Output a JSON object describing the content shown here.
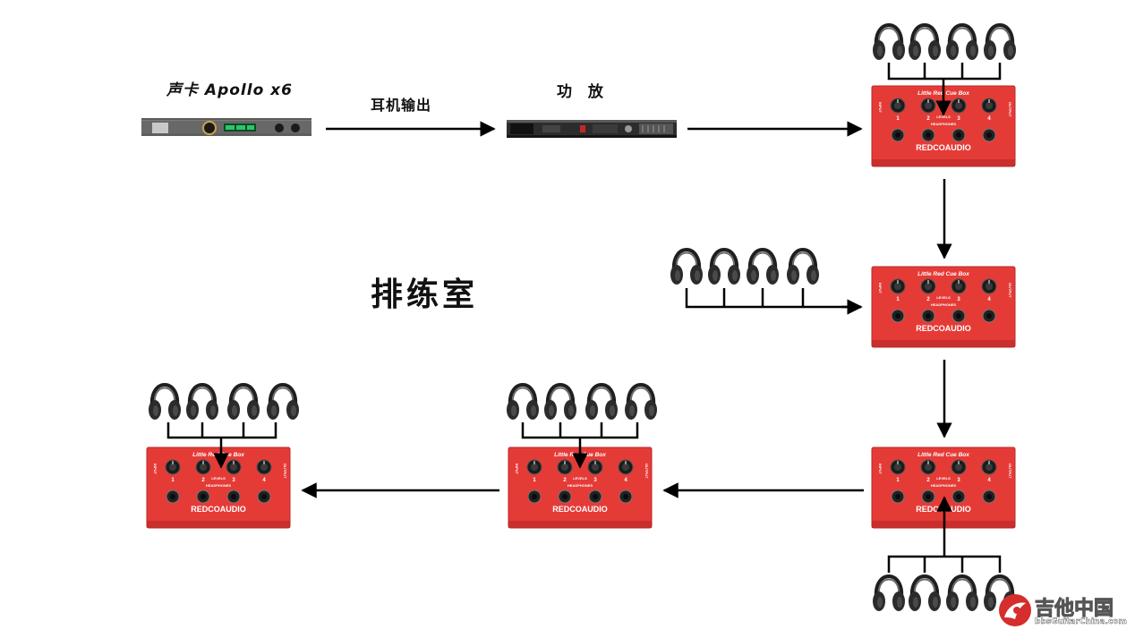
{
  "labels": {
    "sound_card": "声卡 Apollo x6",
    "headphone_output": "耳机输出",
    "amplifier": "功 放",
    "rehearsal_room": "排练室"
  },
  "cue_box": {
    "title": "Little Red Cue Box",
    "brand": "REDCOAUDIO",
    "levels_label": "LEVELS",
    "headphones_label": "HEADPHONES",
    "channel_numbers": [
      "1",
      "2",
      "3",
      "4"
    ],
    "input_label": "INPUT",
    "output_label": "OUTPUT"
  },
  "watermark": {
    "text": "吉他中国",
    "url": "bbsGuitarChina.com"
  },
  "colors": {
    "cue_box_red": "#e53b37",
    "arrow": "#000000",
    "headphone": "#2b2b2b"
  },
  "icons": {
    "device": "rack-unit-icon",
    "headphones": "headphones-icon",
    "cue_box": "cue-box-icon",
    "watermark_logo": "guitar-logo-icon"
  }
}
